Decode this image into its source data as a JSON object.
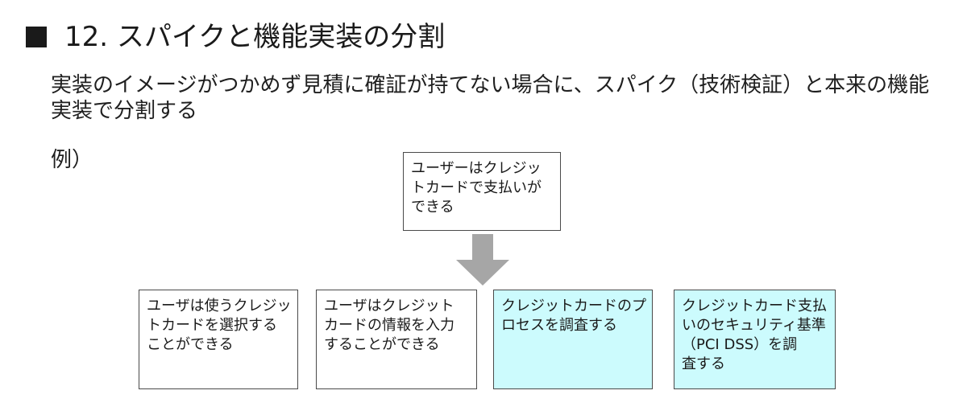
{
  "slide": {
    "title": "12. スパイクと機能実装の分割",
    "description": "実装のイメージがつかめず見積に確証が持てない場合に、スパイク（技術検証）と本来の機能実装で分割する",
    "example_label": "例）"
  },
  "diagram": {
    "parent_story": "ユーザーはクレジッ\nトカードで支払いが\nできる",
    "arrow_color": "#a6a6a6",
    "split_items": [
      {
        "text": "ユーザは使うクレジッ\nトカードを選択する\nことができる",
        "type": "feature",
        "fill": "#ffffff"
      },
      {
        "text": "ユーザはクレジット\nカードの情報を入力\nすることができる",
        "type": "feature",
        "fill": "#ffffff"
      },
      {
        "text": "クレジットカードのプ\nロセスを調査する",
        "type": "spike",
        "fill": "#ccfbfd"
      },
      {
        "text": "クレジットカード支払\nいのセキュリティ基準\n（PCI DSS）を調\n査する",
        "type": "spike",
        "fill": "#ccfbfd"
      }
    ]
  }
}
